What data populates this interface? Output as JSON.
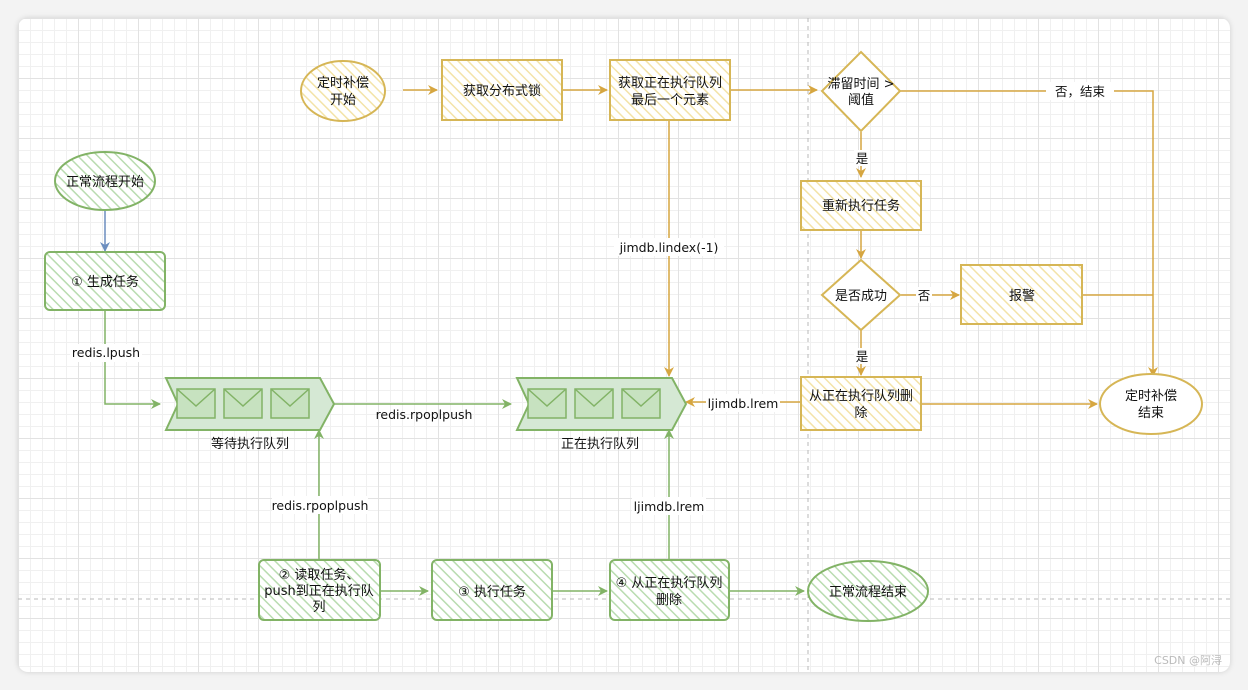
{
  "colors": {
    "green_stroke": "#82b366",
    "green_fill": "#d5e8d4",
    "yellow_stroke": "#d6b656",
    "yellow_fill": "#fff2cc",
    "blue_edge": "#6c8ebf"
  },
  "nodes": {
    "normal_start": "正常流程开始",
    "gen_task": "① 生成任务",
    "waiting_queue": "等待执行队列",
    "running_queue": "正在执行队列",
    "read_task_l1": "② 读取任务、",
    "read_task_l2": "push到正在执行队",
    "read_task_l3": "列",
    "exec_task": "③ 执行任务",
    "delete_l1": "④ 从正在执行队列",
    "delete_l2": "删除",
    "normal_end": "正常流程结束",
    "comp_start_l1": "定时补偿",
    "comp_start_l2": "开始",
    "get_lock": "获取分布式锁",
    "get_last_l1": "获取正在执行队列",
    "get_last_l2": "最后一个元素",
    "stale_l1": "滞留时间 >",
    "stale_l2": "阈值",
    "re_exec": "重新执行任务",
    "success": "是否成功",
    "alarm": "报警",
    "comp_delete_l1": "从正在执行队列删",
    "comp_delete_l2": "除",
    "comp_end_l1": "定时补偿",
    "comp_end_l2": "结束"
  },
  "edge_labels": {
    "redis_lpush": "redis.lpush",
    "redis_rpoplpush_h": "redis.rpoplpush",
    "redis_rpoplpush_v": "redis.rpoplpush",
    "jimdb_lrem_v": "ljimdb.lrem",
    "jimdb_lindex": "jimdb.lindex(-1)",
    "jimdb_lrem_h": "ljimdb.lrem",
    "no_end": "否，结束",
    "yes1": "是",
    "no2": "否",
    "yes2": "是"
  },
  "watermark": "CSDN @阿浔"
}
